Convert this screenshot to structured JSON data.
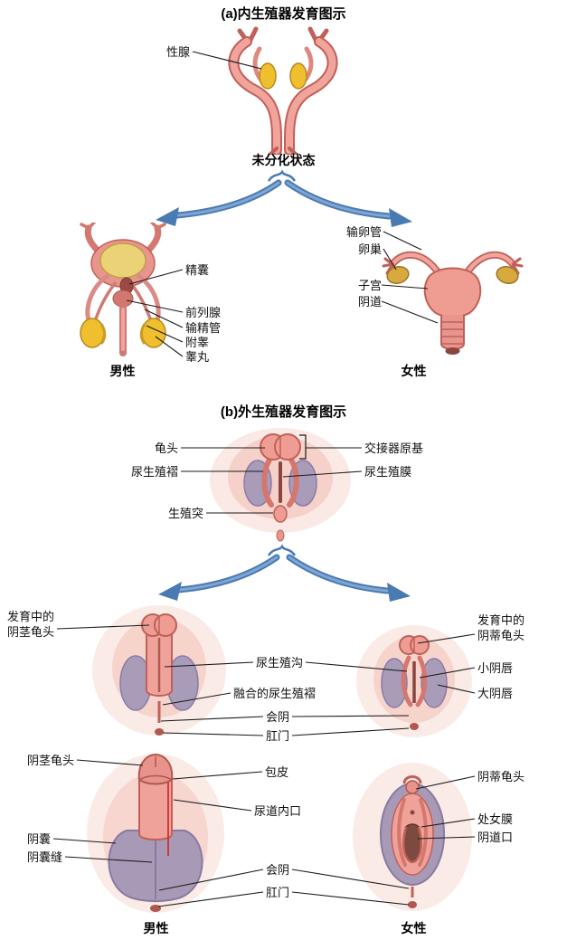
{
  "colors": {
    "arrow_blue": "#4a7ab2",
    "skin_pink": "#efa29a",
    "outline_red": "#c06058",
    "gonad_yellow": "#efbf2e",
    "swelling_purple": "#a89ab6",
    "leader_line": "#1a1a1a"
  },
  "panel_a": {
    "title": "(a)内生殖器发育图示",
    "gonad": "性腺",
    "undifferentiated": "未分化状态",
    "male": {
      "seminal_vesicle": "精囊",
      "prostate": "前列腺",
      "vas_deferens": "输精管",
      "epididymis": "附睾",
      "testis": "睾丸",
      "caption": "男性"
    },
    "female": {
      "fallopian_tube": "输卵管",
      "ovary": "卵巢",
      "uterus": "子宫",
      "vagina": "阴道",
      "caption": "女性"
    }
  },
  "panel_b": {
    "title": "(b)外生殖器发育图示",
    "undifferentiated": {
      "glans": "龟头",
      "urogenital_fold": "尿生殖褶",
      "genital_tubercle": "生殖突",
      "copulatory_primordium": "交接器原基",
      "urogenital_membrane": "尿生殖膜"
    },
    "developing": {
      "male_glans_line1": "发育中的",
      "male_glans_line2": "阴茎龟头",
      "urogenital_groove": "尿生殖沟",
      "fused_urogenital_folds": "融合的尿生殖褶",
      "perineum": "会阴",
      "anus": "肛门",
      "female_glans_line1": "发育中的",
      "female_glans_line2": "阴蒂龟头",
      "labia_minora": "小阴唇",
      "labia_majora": "大阴唇"
    },
    "mature": {
      "penis_glans": "阴茎龟头",
      "foreskin": "包皮",
      "urethral_opening": "尿道内口",
      "scrotum": "阴囊",
      "scrotal_raphe": "阴囊缝",
      "perineum": "会阴",
      "anus": "肛门",
      "clitoral_glans": "阴蒂龟头",
      "hymen": "处女膜",
      "vaginal_opening": "阴道口",
      "male_caption": "男性",
      "female_caption": "女性"
    }
  }
}
